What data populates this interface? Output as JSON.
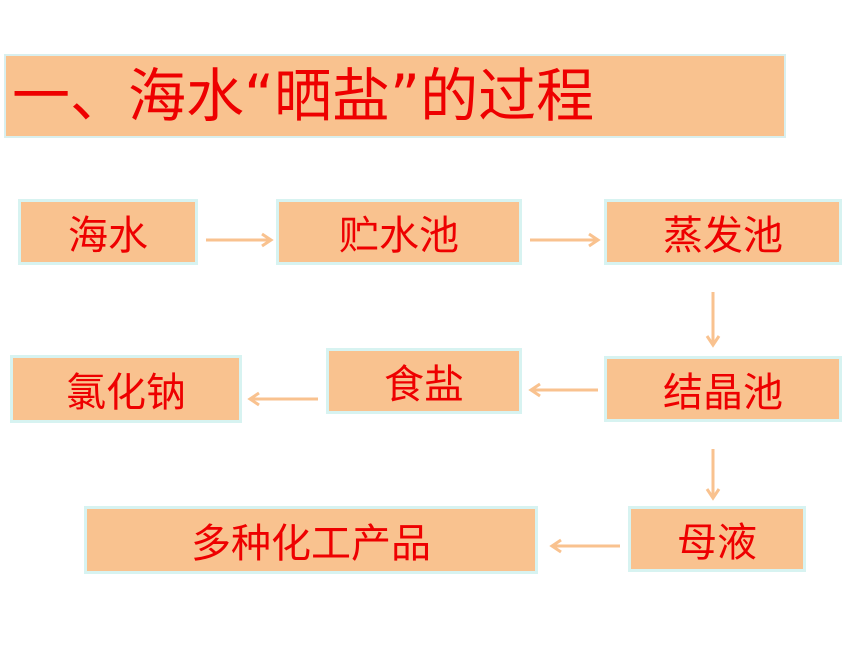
{
  "title": "一、海水“晒盐”的过程",
  "nodes": {
    "seawater": "海水",
    "storage_pond": "贮水池",
    "evaporation_pond": "蒸发池",
    "crystallization_pond": "结晶池",
    "salt": "食盐",
    "sodium_chloride": "氯化钠",
    "mother_liquor": "母液",
    "chemical_products": "多种化工产品"
  },
  "colors": {
    "box_fill": "#f9c28f",
    "box_border": "#d7f3f1",
    "text": "#ee0000",
    "arrow": "#f9c28f"
  }
}
